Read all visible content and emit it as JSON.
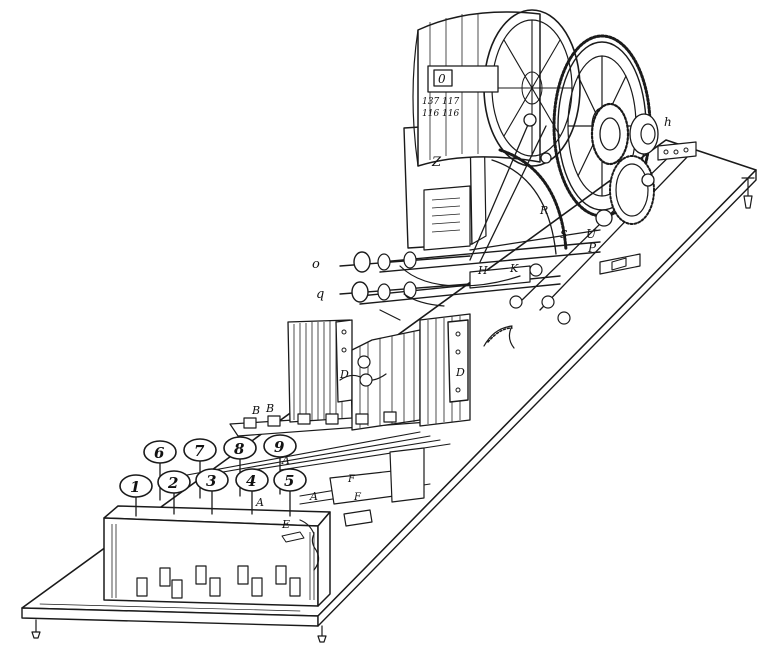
{
  "figure": {
    "keys": [
      "1",
      "2",
      "3",
      "4",
      "5",
      "6",
      "7",
      "8",
      "9"
    ],
    "letters": {
      "A1": "A",
      "A2": "A",
      "A3": "A",
      "B1": "B",
      "B2": "B",
      "D1": "D",
      "D2": "D",
      "E": "E",
      "F1": "F",
      "F2": "F",
      "Z": "Z",
      "o": "o",
      "q": "q",
      "h": "h",
      "S": "S",
      "U": "U",
      "P": "P",
      "H": "H",
      "R": "R",
      "K": "K"
    },
    "drum_numbers": [
      "137 117",
      "116 116"
    ],
    "drum_window": "0"
  }
}
